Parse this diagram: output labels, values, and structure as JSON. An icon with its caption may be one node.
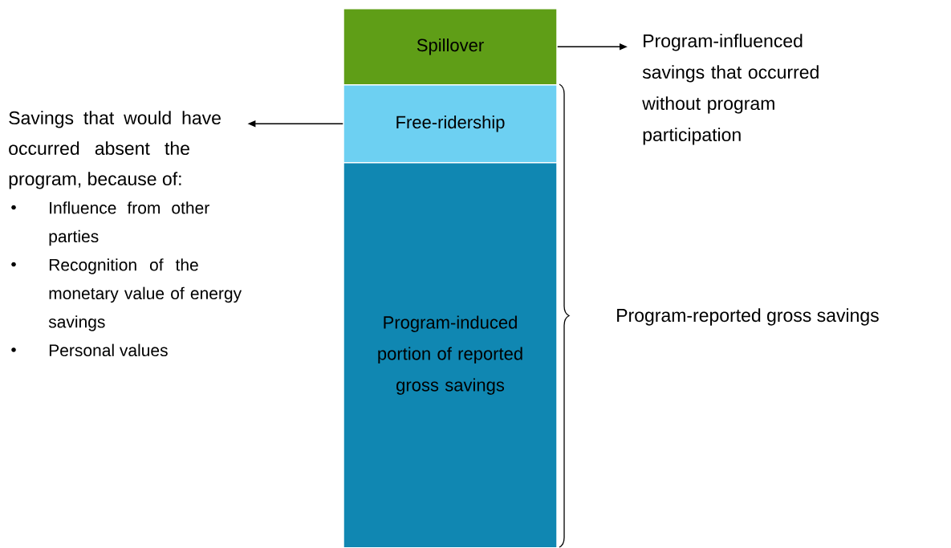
{
  "diagram": {
    "nodes": [
      {
        "text": [
          "Spillover"
        ]
      },
      {
        "text": [
          "Free-ridership"
        ]
      },
      {
        "text": [
          "Program-induced portion of reported gross savings"
        ]
      },
      {
        "text": [
          "Program-influenced savings that occurred without program participation"
        ]
      },
      {
        "text": [
          "Savings that would have occurred absent the program, because of:",
          "Influence from other parties",
          "Recognition of the monetary value of energy savings",
          "Personal values"
        ]
      }
    ],
    "edges": [
      {
        "from": 0,
        "to": 3,
        "arrow": "to"
      },
      {
        "from": 1,
        "to": 4,
        "arrow": "to"
      }
    ],
    "labels": [
      "Program-reported gross savings"
    ]
  }
}
